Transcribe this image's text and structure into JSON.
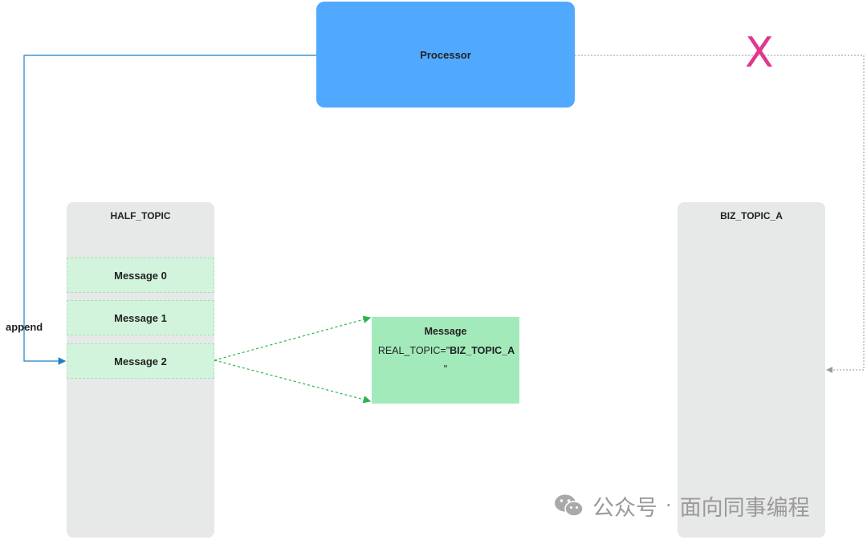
{
  "processor": {
    "label": "Processor"
  },
  "half_topic": {
    "title": "HALF_TOPIC",
    "messages": [
      "Message 0",
      "Message 1",
      "Message 2"
    ]
  },
  "biz_topic": {
    "title": "BIZ_TOPIC_A"
  },
  "message_detail": {
    "title": "Message",
    "property_prefix": "REAL_TOPIC=\"",
    "property_value": "BIZ_TOPIC_A",
    "property_suffix": "\""
  },
  "append_label": "append",
  "blocked_mark": "X",
  "watermark": {
    "account_type": "公众号",
    "separator": "·",
    "account_name": "面向同事编程",
    "icon": "wechat-icon"
  },
  "colors": {
    "processor": "#51a9ff",
    "topic_box": "#e7e8e8",
    "message": "#d3f4dc",
    "message_detail": "#a3eabb",
    "append_arrow": "#1f7fc4",
    "copy_arrow": "#2bb34a",
    "blocked_arrow": "#9a9a9a",
    "blocked_mark": "#e0378e"
  }
}
